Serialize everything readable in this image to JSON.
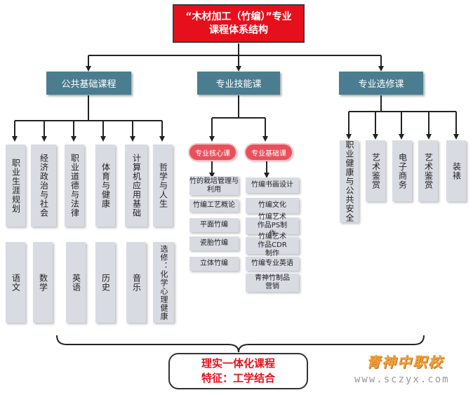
{
  "title": {
    "line1": "“木材加工（竹编）”专业",
    "line2": "课程体系结构"
  },
  "categories": {
    "public": "公共基础课程",
    "skill": "专业技能课",
    "elective": "专业选修课"
  },
  "public_top": [
    "职业生涯规划",
    "经济政治与社会",
    "职业道德与法律",
    "体育与健康",
    "计算机应用基础",
    "哲学与人生"
  ],
  "public_bottom": [
    "语文",
    "数学",
    "英语",
    "历史",
    "音乐",
    "选修：化学心理健康"
  ],
  "skill_tags": {
    "core": "专业核心课",
    "base": "专业基础课"
  },
  "core_courses": [
    "竹的栽培管理与利用",
    "竹编工艺概论",
    "平面竹编",
    "瓷胎竹编",
    "立体竹编"
  ],
  "base_courses": [
    "竹编书画设计",
    "竹编文化",
    "竹编艺术作品PS制作",
    "竹编艺术作品CDR制作",
    "竹编专业英语",
    "青神竹制品营销"
  ],
  "electives": [
    "职业健康与公共安全",
    "艺术鉴赏",
    "电子商务",
    "艺术鉴赏",
    "装裱"
  ],
  "bottom": {
    "line1": "理实一体化课程",
    "line2": "特征：工学结合"
  },
  "watermark": {
    "name": "青神中职校",
    "url": "www.sczyx.com"
  },
  "colors": {
    "title_bg": "#e6101c",
    "category_bg": "#4a7d8f",
    "tag_bg": "#e8505b",
    "course_bg": "#d9dbe3"
  }
}
